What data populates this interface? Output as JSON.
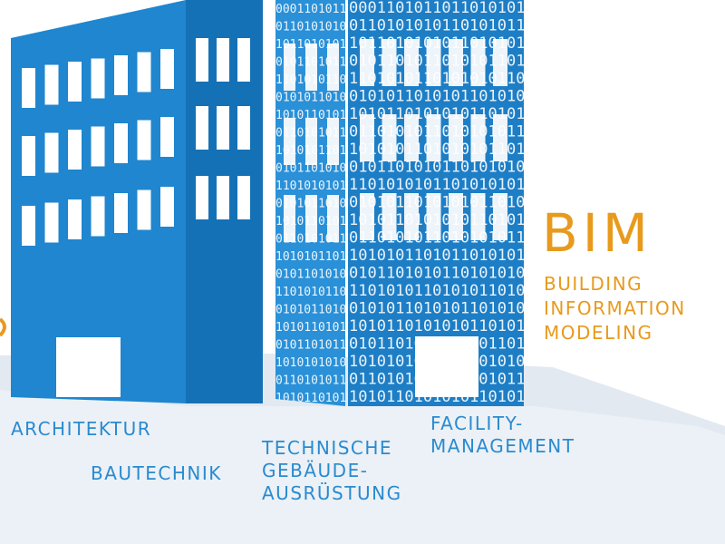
{
  "colors": {
    "blue_main": "#1f86cf",
    "blue_dark": "#1570b4",
    "blue_digital": "#2a8fd6",
    "window": "#ffffff",
    "ground": "#dfe7ef",
    "label_blue": "#2a8ad0",
    "accent_orange": "#e89a1c"
  },
  "bim": {
    "title": "BIM",
    "line1": "BUILDING",
    "line2": "INFORMATION",
    "line3": "MODELING"
  },
  "labels": {
    "architektur": "ARCHITEKTUR",
    "bautechnik": "BAUTECHNIK",
    "tga_line1": "TECHNISCHE",
    "tga_line2": "GEBÄUDE-",
    "tga_line3": "AUSRÜSTUNG",
    "fm_line1": "FACILITY-",
    "fm_line2": "MANAGEMENT"
  },
  "binary_rows": [
    "0001101011011010101",
    "0110101010110101011",
    "1011010101011010101",
    "0101101011010101101",
    "1101010110101010110",
    "0101011010101101010",
    "1010110101010110101",
    "0110101011010101011",
    "1010101101010101101",
    "0101101010110101010",
    "1101010101101010101",
    "0101011010101011010",
    "1010110101010110101",
    "0110101011010101011",
    "1010101101011010101",
    "0101101010110101010",
    "1101010110101011010",
    "0101011010101101010",
    "1010110101010110101",
    "0101101011010101101",
    "1010101010110101010",
    "0110101011010101011",
    "1010110101010110101"
  ]
}
